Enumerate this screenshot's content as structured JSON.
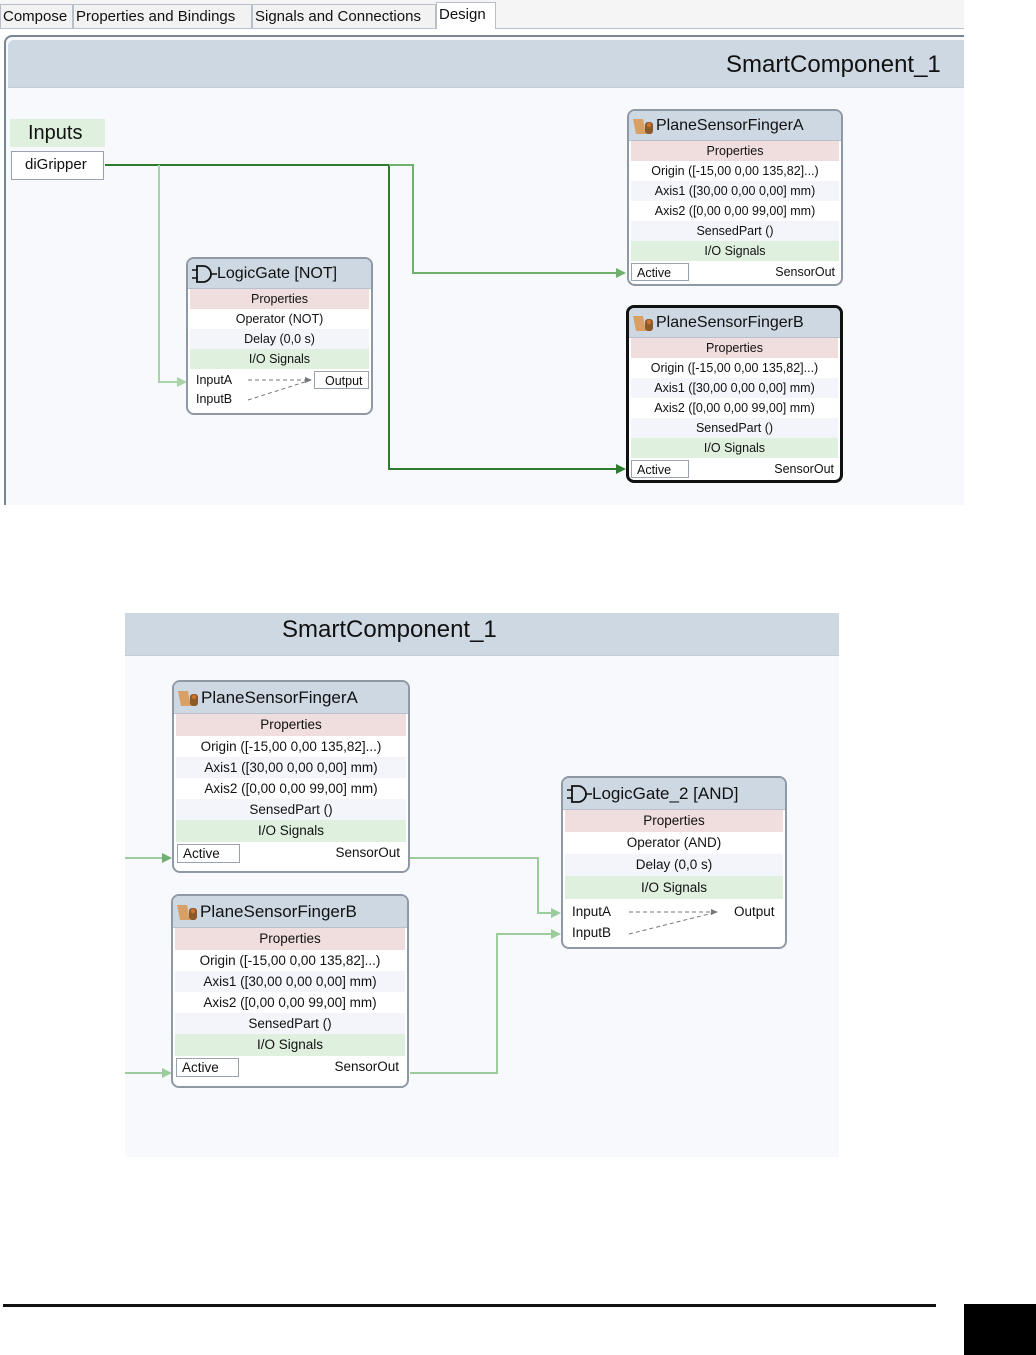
{
  "tabs": [
    {
      "label": "Compose"
    },
    {
      "label": "Properties and Bindings"
    },
    {
      "label": "Signals and Connections"
    },
    {
      "label": "Design",
      "active": true
    }
  ],
  "design1": {
    "title": "SmartComponent_1",
    "inputs": {
      "label": "Inputs",
      "items": [
        "diGripper"
      ]
    },
    "sensor_a": {
      "name": "PlaneSensorFingerA",
      "properties_label": "Properties",
      "properties": [
        "Origin ([-15,00 0,00 135,82]...)",
        "Axis1 ([30,00 0,00 0,00] mm)",
        "Axis2 ([0,00 0,00 99,00] mm)",
        "SensedPart ()"
      ],
      "io_label": "I/O Signals",
      "input": "Active",
      "output": "SensorOut"
    },
    "sensor_b": {
      "name": "PlaneSensorFingerB",
      "properties_label": "Properties",
      "properties": [
        "Origin ([-15,00 0,00 135,82]...)",
        "Axis1 ([30,00 0,00 0,00] mm)",
        "Axis2 ([0,00 0,00 99,00] mm)",
        "SensedPart ()"
      ],
      "io_label": "I/O Signals",
      "input": "Active",
      "output": "SensorOut"
    },
    "gate": {
      "name": "LogicGate [NOT]",
      "properties_label": "Properties",
      "properties": [
        "Operator (NOT)",
        "Delay (0,0 s)"
      ],
      "io_label": "I/O Signals",
      "inputs": [
        "InputA",
        "InputB"
      ],
      "output": "Output"
    }
  },
  "design2": {
    "title": "SmartComponent_1",
    "sensor_a": {
      "name": "PlaneSensorFingerA",
      "properties_label": "Properties",
      "properties": [
        "Origin ([-15,00 0,00 135,82]...)",
        "Axis1 ([30,00 0,00 0,00] mm)",
        "Axis2 ([0,00 0,00 99,00] mm)",
        "SensedPart ()"
      ],
      "io_label": "I/O Signals",
      "input": "Active",
      "output": "SensorOut"
    },
    "sensor_b": {
      "name": "PlaneSensorFingerB",
      "properties_label": "Properties",
      "properties": [
        "Origin ([-15,00 0,00 135,82]...)",
        "Axis1 ([30,00 0,00 0,00] mm)",
        "Axis2 ([0,00 0,00 99,00] mm)",
        "SensedPart ()"
      ],
      "io_label": "I/O Signals",
      "input": "Active",
      "output": "SensorOut"
    },
    "gate": {
      "name": "LogicGate_2 [AND]",
      "properties_label": "Properties",
      "properties": [
        "Operator (AND)",
        "Delay (0,0 s)"
      ],
      "io_label": "I/O Signals",
      "inputs": [
        "InputA",
        "InputB"
      ],
      "output": "Output"
    }
  },
  "colors": {
    "wire_dark": "#2e7d2e",
    "wire_light": "#9ccc9c",
    "header": "#cdd8e3",
    "properties": "#f0dede",
    "io_signals": "#dff0df"
  },
  "icons": [
    "plane-sensor-icon",
    "logic-gate-icon"
  ]
}
